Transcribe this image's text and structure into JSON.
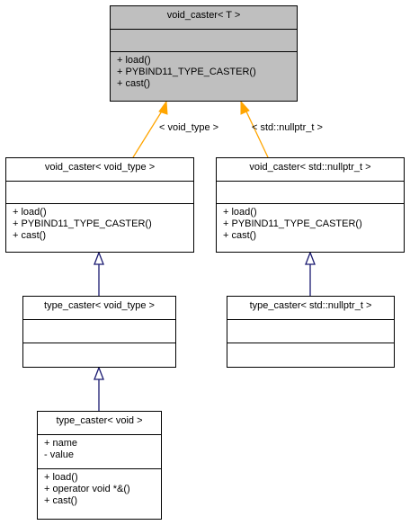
{
  "colors": {
    "inheritance_template_arrow": "#ffa500",
    "inheritance_arrow": "#191970",
    "highlight_fill": "#bfbfbf",
    "box_border": "#000000"
  },
  "boxes": {
    "void_caster_t": {
      "title": "void_caster< T >",
      "attributes": [],
      "methods": [
        "+ load()",
        "+ PYBIND11_TYPE_CASTER()",
        "+ cast()"
      ]
    },
    "void_caster_void_type": {
      "title": "void_caster< void_type >",
      "attributes": [],
      "methods": [
        "+ load()",
        "+ PYBIND11_TYPE_CASTER()",
        "+ cast()"
      ]
    },
    "void_caster_nullptr": {
      "title": "void_caster< std::nullptr_t >",
      "attributes": [],
      "methods": [
        "+ load()",
        "+ PYBIND11_TYPE_CASTER()",
        "+ cast()"
      ]
    },
    "type_caster_void_type": {
      "title": "type_caster< void_type >",
      "attributes": [],
      "methods": []
    },
    "type_caster_nullptr": {
      "title": "type_caster< std::nullptr_t >",
      "attributes": [],
      "methods": []
    },
    "type_caster_void": {
      "title": "type_caster< void >",
      "attributes": [
        "+ name",
        "- value"
      ],
      "methods": [
        "+ load()",
        "+ operator void *&()",
        "+ cast()"
      ]
    }
  },
  "edge_labels": {
    "void_type": "< void_type >",
    "nullptr": "< std::nullptr_t >"
  }
}
